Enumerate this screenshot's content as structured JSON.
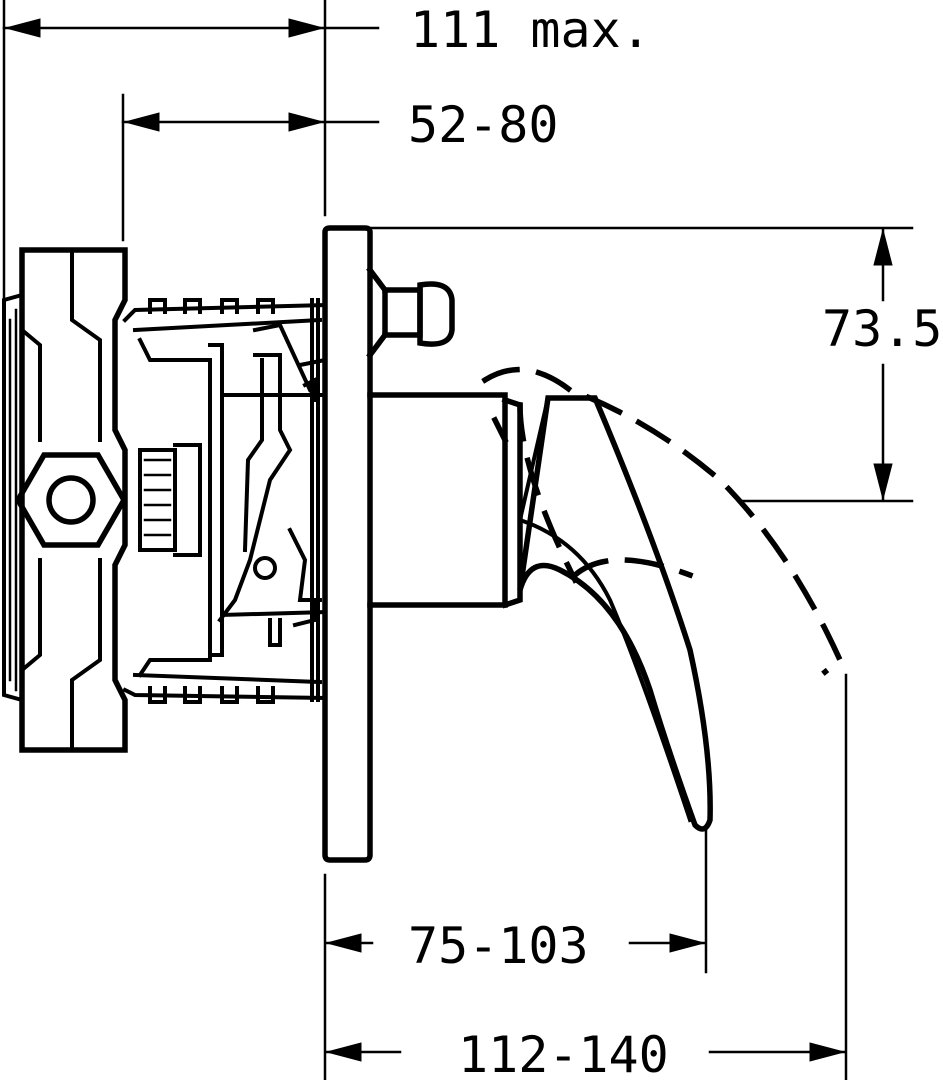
{
  "dimensions": {
    "overall_depth": "111 max.",
    "install_depth": "52-80",
    "lever_height": "73.5",
    "lever_reach": "75-103",
    "lever_reach_max": "112-140"
  },
  "colors": {
    "line": "#000000",
    "background": "#ffffff"
  }
}
